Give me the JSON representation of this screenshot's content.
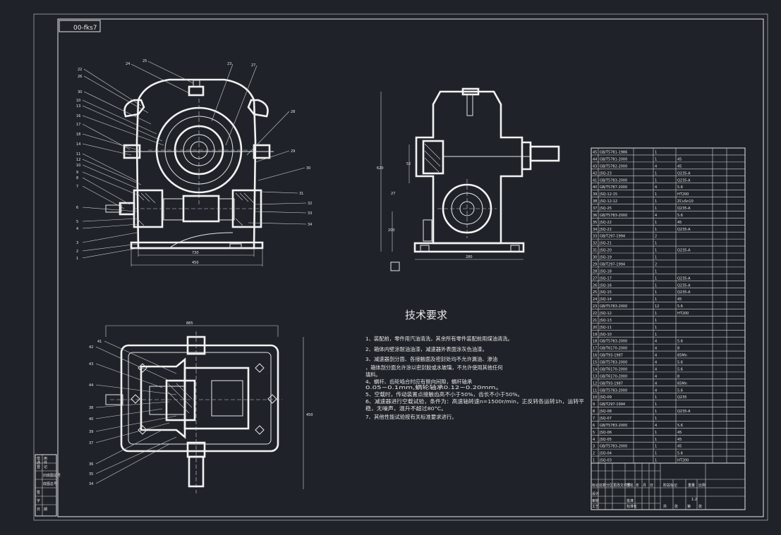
{
  "drawing": {
    "drawing_code": "00-fks7",
    "tech_req_title": "技术要求",
    "tech_requirements": [
      "1、装配前，零件用汽油清洗，其余所有零件装配前用煤油清洗。",
      "2、箱体内壁涂耐油油漆，减速器外表面涂灰色油漆。",
      "3、减速器剖分面、各接触面及密封处均不允许漏油、渗油",
      "，箱体剖分面允许涂以密封胶或水玻璃，不允许使用其他任何",
      "填料。",
      "4、蜗杆、齿轮啮合时应有侧向间隙，蜗杆轴承",
      "0.05~0.1mm,蜗轮轴承0.12~0.20mm。",
      "5、空载时，传动装置点接触齿高不小于50%，齿长不小于50%。",
      "6、减速器进行空载试验，条件为：高速轴转速n=1500r/min，正反转各运转1h，运转平",
      "稳，无噪声，温升不超过80°C。",
      "7、其他性能试验按有关标准要求进行。"
    ]
  },
  "top_view_labels": {
    "left": [
      "22",
      "26",
      "30",
      "10",
      "13",
      "16",
      "17",
      "18",
      "14",
      "11",
      "12",
      "10",
      "9",
      "8",
      "7",
      "6",
      "5",
      "4",
      "3",
      "2",
      "1"
    ],
    "top": [
      "24",
      "25",
      "23",
      "27"
    ],
    "right": [
      "28",
      "29",
      "30",
      "31",
      "32",
      "33",
      "34"
    ],
    "dims": [
      "730",
      "450"
    ]
  },
  "side_view_labels": {
    "dims": [
      "52",
      "200",
      "620",
      "280"
    ],
    "tag": "27"
  },
  "bottom_view_labels": {
    "left": [
      "41",
      "42",
      "43",
      "44",
      "38",
      "40",
      "39",
      "37",
      "36",
      "35",
      "34"
    ],
    "dims": [
      "885",
      "450"
    ]
  },
  "parts_table": {
    "rows": [
      [
        "45",
        "GB/T5781-1986",
        "1",
        "",
        ""
      ],
      [
        "44",
        "GB/T5781-2000",
        "1",
        "45",
        ""
      ],
      [
        "43",
        "GB/T5782-2000",
        "4",
        "45",
        ""
      ],
      [
        "42",
        "JSQ-23",
        "1",
        "Q235-A",
        ""
      ],
      [
        "41",
        "GB/T5783-2000",
        "1",
        "Q235-A",
        ""
      ],
      [
        "40",
        "GB/T5787-2000",
        "4",
        "5.6",
        ""
      ],
      [
        "39",
        "JSQ-12-15",
        "1",
        "HT200",
        ""
      ],
      [
        "38",
        "JSQ-12-12",
        "1",
        "ZCuSn10",
        ""
      ],
      [
        "37",
        "JSQ-25",
        "1",
        "Q235-A",
        ""
      ],
      [
        "36",
        "GB/T5783-2000",
        "4",
        "5.6",
        ""
      ],
      [
        "35",
        "JSQ-22",
        "1",
        "45",
        ""
      ],
      [
        "34",
        "JSQ-22",
        "1",
        "Q235-A",
        ""
      ],
      [
        "33",
        "GB/T297-1994",
        "2",
        "",
        ""
      ],
      [
        "32",
        "JSQ-21",
        "1",
        "",
        ""
      ],
      [
        "31",
        "JSQ-20",
        "1",
        "Q235-A",
        ""
      ],
      [
        "30",
        "JSQ-19",
        "1",
        "",
        ""
      ],
      [
        "29",
        "GB/T297-1994",
        "2",
        "",
        ""
      ],
      [
        "28",
        "JSQ-18",
        "1",
        "",
        ""
      ],
      [
        "27",
        "JSQ-17",
        "1",
        "Q235-A",
        ""
      ],
      [
        "26",
        "JSQ-16",
        "1",
        "Q235-A",
        ""
      ],
      [
        "25",
        "JSQ-15",
        "1",
        "Q235-A",
        ""
      ],
      [
        "24",
        "JSQ-14",
        "1",
        "45",
        ""
      ],
      [
        "23",
        "GB/T5783-2000",
        "12",
        "5.6",
        ""
      ],
      [
        "22",
        "JSQ-12",
        "1",
        "HT200",
        ""
      ],
      [
        "21",
        "JSQ-13",
        "1",
        "",
        ""
      ],
      [
        "20",
        "JSQ-11",
        "1",
        "",
        ""
      ],
      [
        "19",
        "JSQ-10",
        "1",
        "",
        ""
      ],
      [
        "18",
        "GB/T5783-2000",
        "4",
        "5.6",
        ""
      ],
      [
        "17",
        "GB/T6170-2000",
        "4",
        "8",
        ""
      ],
      [
        "16",
        "GB/T93-1987",
        "4",
        "65Mn",
        ""
      ],
      [
        "15",
        "GB/T5783-2000",
        "4",
        "5.6",
        ""
      ],
      [
        "14",
        "GB/T6170-2000",
        "4",
        "5.6",
        ""
      ],
      [
        "13",
        "GB/T6170-2000",
        "4",
        "8",
        ""
      ],
      [
        "12",
        "GB/T93-1987",
        "4",
        "65Mn",
        ""
      ],
      [
        "11",
        "GB/T5783-2000",
        "4",
        "5.6",
        ""
      ],
      [
        "10",
        "JSQ-09",
        "1",
        "Q235",
        ""
      ],
      [
        "9",
        "GB/T297-1994",
        "1",
        "",
        ""
      ],
      [
        "8",
        "JSQ-08",
        "1",
        "Q235-A",
        ""
      ],
      [
        "7",
        "JSQ-07",
        "1",
        "",
        ""
      ],
      [
        "6",
        "GB/T5783-2000",
        "4",
        "5.6",
        ""
      ],
      [
        "5",
        "JSQ-06",
        "1",
        "45",
        ""
      ],
      [
        "4",
        "JSQ-05",
        "1",
        "45",
        ""
      ],
      [
        "3",
        "GB/T5783-2000",
        "1",
        "45",
        ""
      ],
      [
        "2",
        "JSQ-04",
        "1",
        "5.6",
        ""
      ],
      [
        "1",
        "JSQ-03",
        "1",
        "HT200",
        ""
      ]
    ]
  },
  "title_block": {
    "labels": [
      "标记",
      "处数",
      "分区",
      "更改文件号",
      "签名",
      "年",
      "月",
      "日",
      "设计",
      "标准化",
      "阶段标记",
      "重量",
      "比例",
      "审核",
      "工艺",
      "批准",
      "共",
      "张",
      "第",
      "张"
    ],
    "scale": "1:2"
  },
  "left_strip": {
    "labels": [
      "借",
      "通",
      "用",
      "件",
      "登",
      "记",
      "旧底图总号",
      "底图总号",
      "签",
      "字",
      "日",
      "期"
    ]
  }
}
